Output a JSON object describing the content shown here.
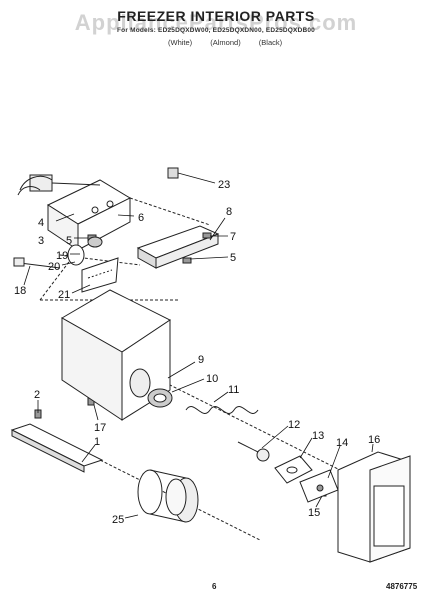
{
  "watermark": "AppliancePartsPros.com",
  "title": "FREEZER INTERIOR PARTS",
  "models_line": "For Models: ED25DQXDW00, ED25DQXDN00, ED25DQXDB00",
  "variants": [
    "(White)",
    "(Almond)",
    "(Black)"
  ],
  "page_number": "6",
  "part_list_number": "4876775",
  "callouts": [
    "23",
    "8",
    "6",
    "7",
    "5",
    "3",
    "4",
    "5",
    "19",
    "20",
    "18",
    "21",
    "9",
    "10",
    "11",
    "2",
    "17",
    "1",
    "12",
    "13",
    "14",
    "16",
    "15",
    "25"
  ]
}
